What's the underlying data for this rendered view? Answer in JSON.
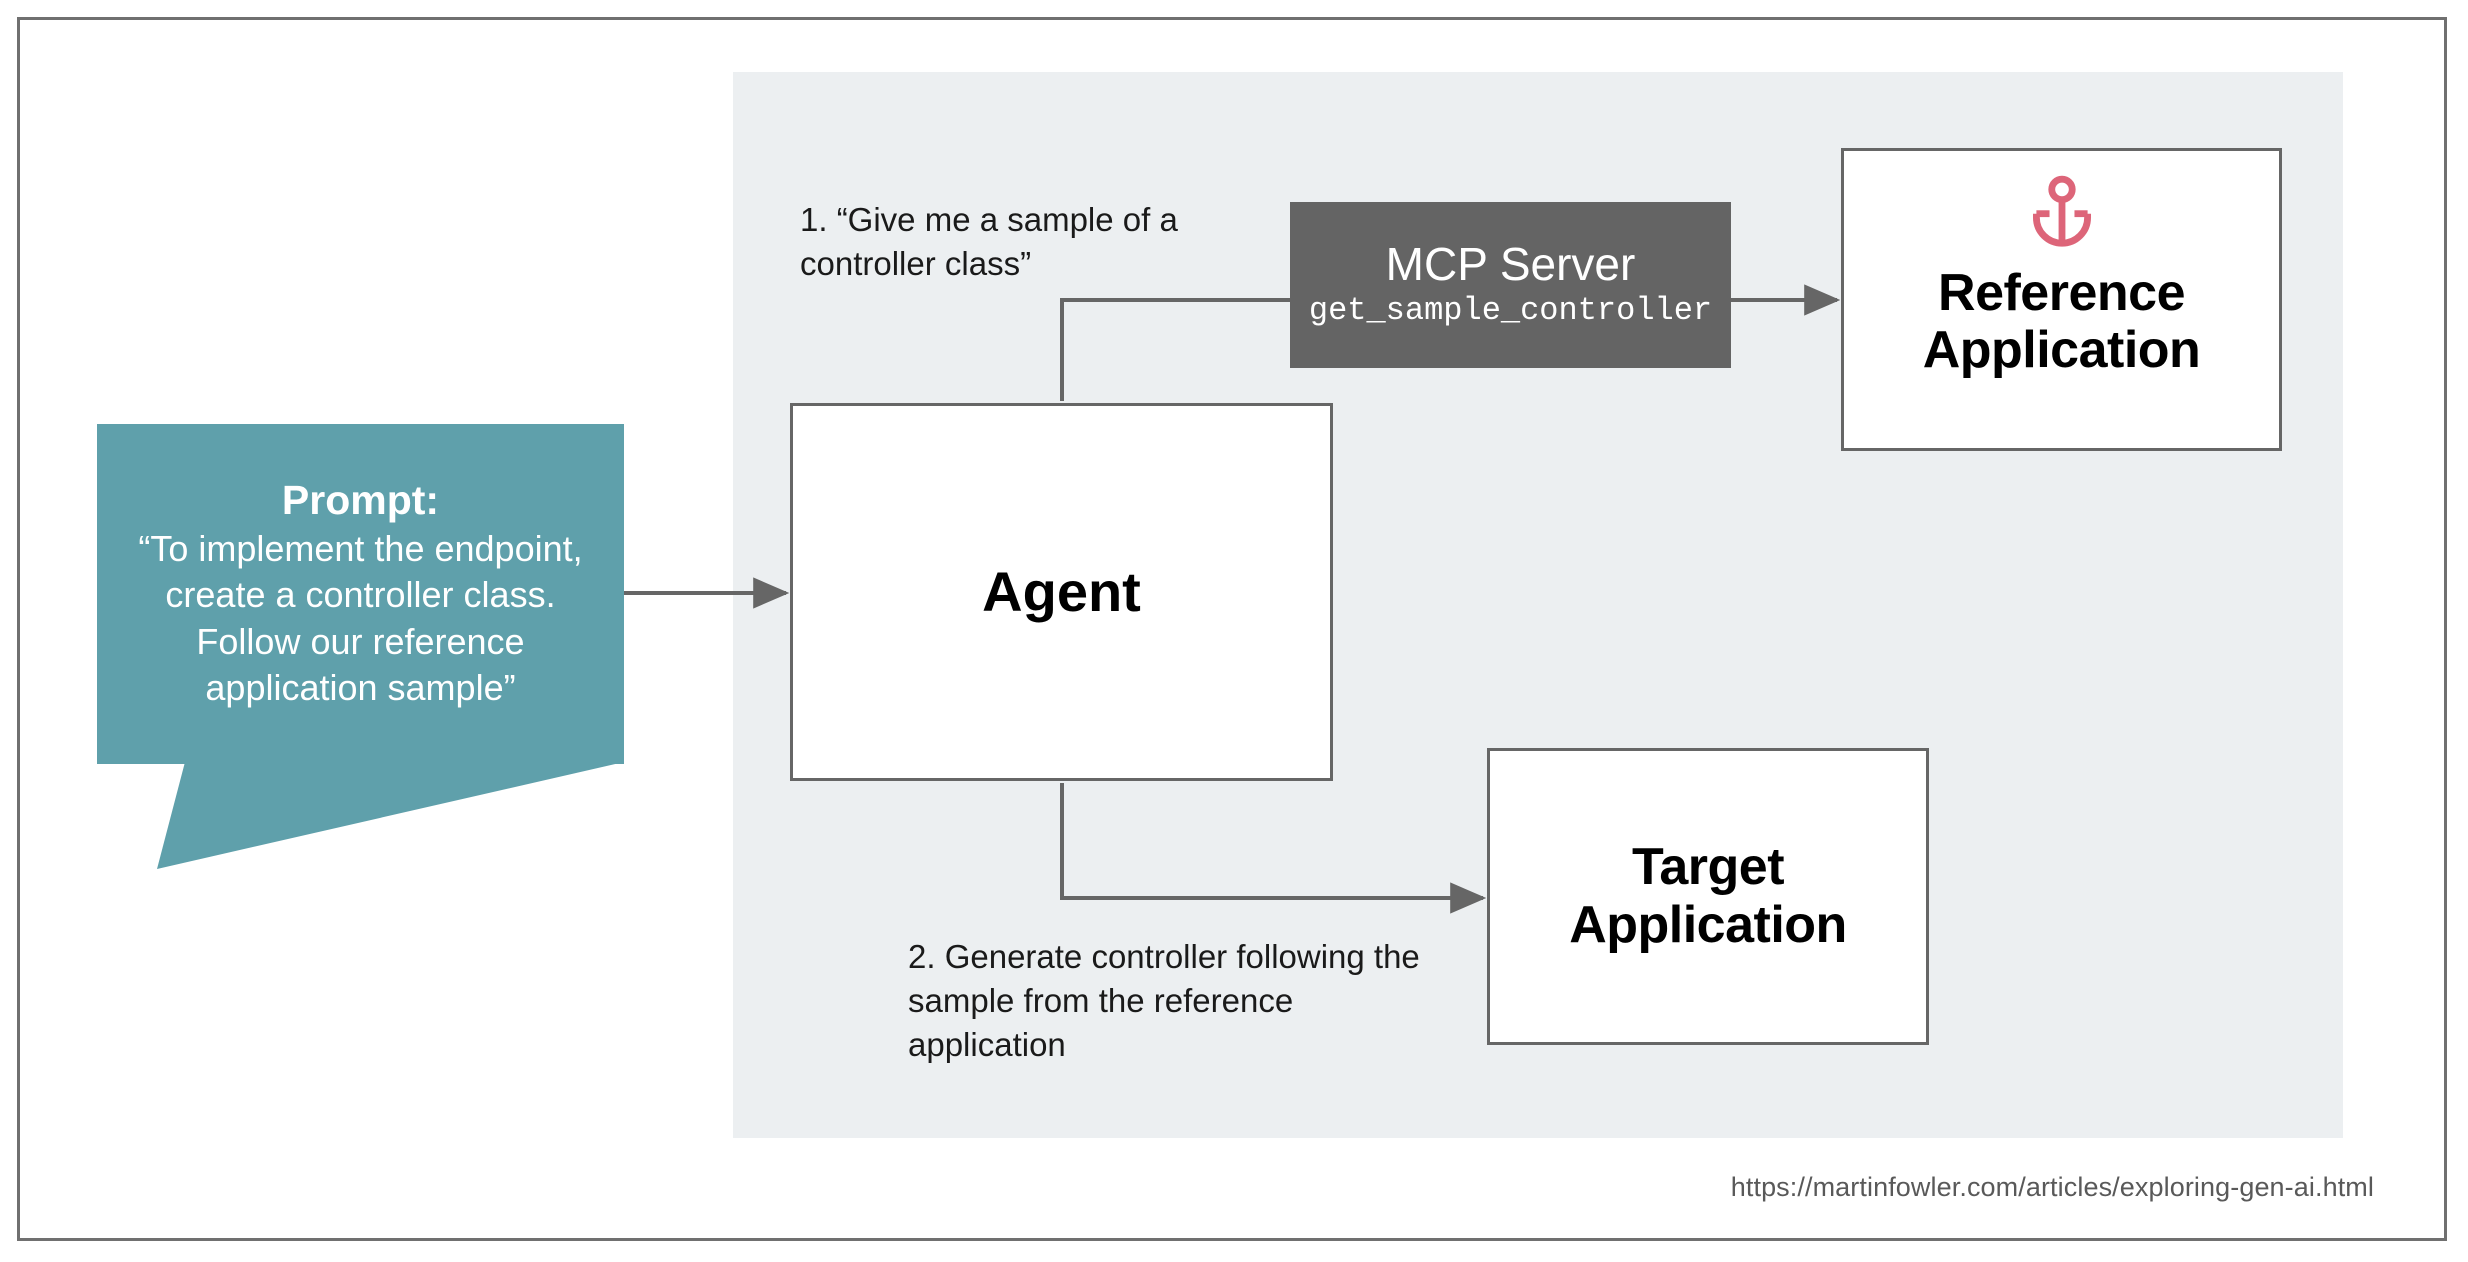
{
  "diagram": {
    "title": "MCP Server reference application sample flow",
    "colors": {
      "region_background": "#ECEFF1",
      "mcp_server_fill": "#646464",
      "prompt_bubble_fill": "#5FA0AB",
      "anchor_icon": "#DD6579",
      "connector_stroke": "#666666",
      "frame_border": "#707070",
      "box_border": "#666666"
    },
    "prompt": {
      "title": "Prompt:",
      "body": "“To implement the endpoint, create a controller class. Follow our reference application sample”"
    },
    "agent": {
      "label": "Agent"
    },
    "mcp_server": {
      "title": "MCP Server",
      "tool_name": "get_sample_controller"
    },
    "reference_application": {
      "icon": "anchor-icon",
      "line1": "Reference",
      "line2": "Application"
    },
    "target_application": {
      "line1": "Target",
      "line2": "Application"
    },
    "steps": [
      {
        "number": "1.",
        "text": "1. “Give me a sample of a controller class”"
      },
      {
        "number": "2.",
        "text": "2. Generate controller following the sample from the reference application"
      }
    ],
    "footer": {
      "source_url": "https://martinfowler.com/articles/exploring-gen-ai.html"
    }
  }
}
